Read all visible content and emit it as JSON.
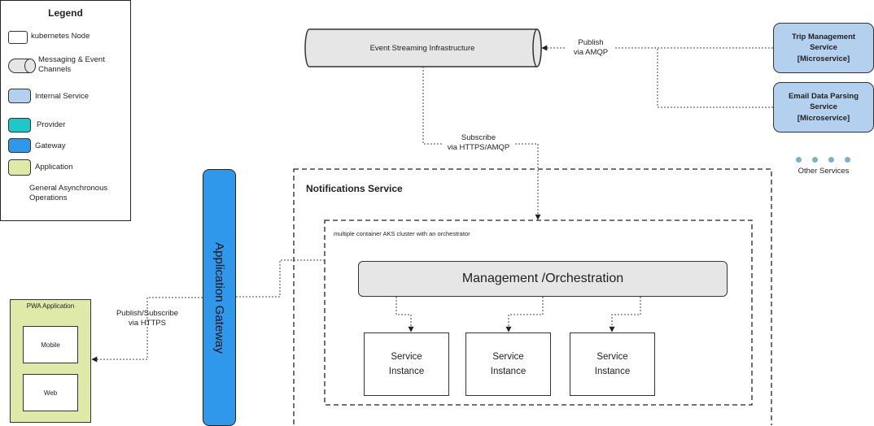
{
  "legend": {
    "title": "Legend",
    "items": [
      {
        "label": "kubernetes Node",
        "color": "#ffffff"
      },
      {
        "label": "Messaging & Event Channels",
        "color": "#e6e6e6"
      },
      {
        "label": "Internal Service",
        "color": "#b3d1ee"
      },
      {
        "label": "Provider",
        "color": "#1fc8c8"
      },
      {
        "label": "Gateway",
        "color": "#2f98ea"
      },
      {
        "label": "Application",
        "color": "#dfeaa8"
      },
      {
        "label": "General Asynchronous Operations"
      }
    ]
  },
  "event_stream": {
    "label": "Event Streaming Infrastructure"
  },
  "microservices": {
    "trip": {
      "lines": [
        "Trip Management",
        "Service",
        "[Microservice]"
      ]
    },
    "email": {
      "lines": [
        "Email Data Parsing",
        "Service",
        "[Microservice]"
      ]
    }
  },
  "other_services": {
    "label": "Other Services"
  },
  "edges": {
    "publish": {
      "lines": [
        "Publish",
        "via AMQP"
      ]
    },
    "subscribe": {
      "lines": [
        "Subscribe",
        "via HTTPS/AMQP"
      ]
    },
    "pubsub": {
      "lines": [
        "Publish/Subscribe",
        "via HTTPS"
      ]
    }
  },
  "notifications": {
    "title": "Notifications Service",
    "cluster_label": "multiple container AKS cluster with an orchestrator",
    "management": "Management /Orchestration",
    "instances": [
      {
        "lines": [
          "Service",
          "Instance"
        ]
      },
      {
        "lines": [
          "Service",
          "Instance"
        ]
      },
      {
        "lines": [
          "Service",
          "Instance"
        ]
      }
    ]
  },
  "gateway": {
    "label": "Application Gateway"
  },
  "pwa": {
    "title": "PWA Application",
    "mobile": "Mobile",
    "web": "Web"
  }
}
